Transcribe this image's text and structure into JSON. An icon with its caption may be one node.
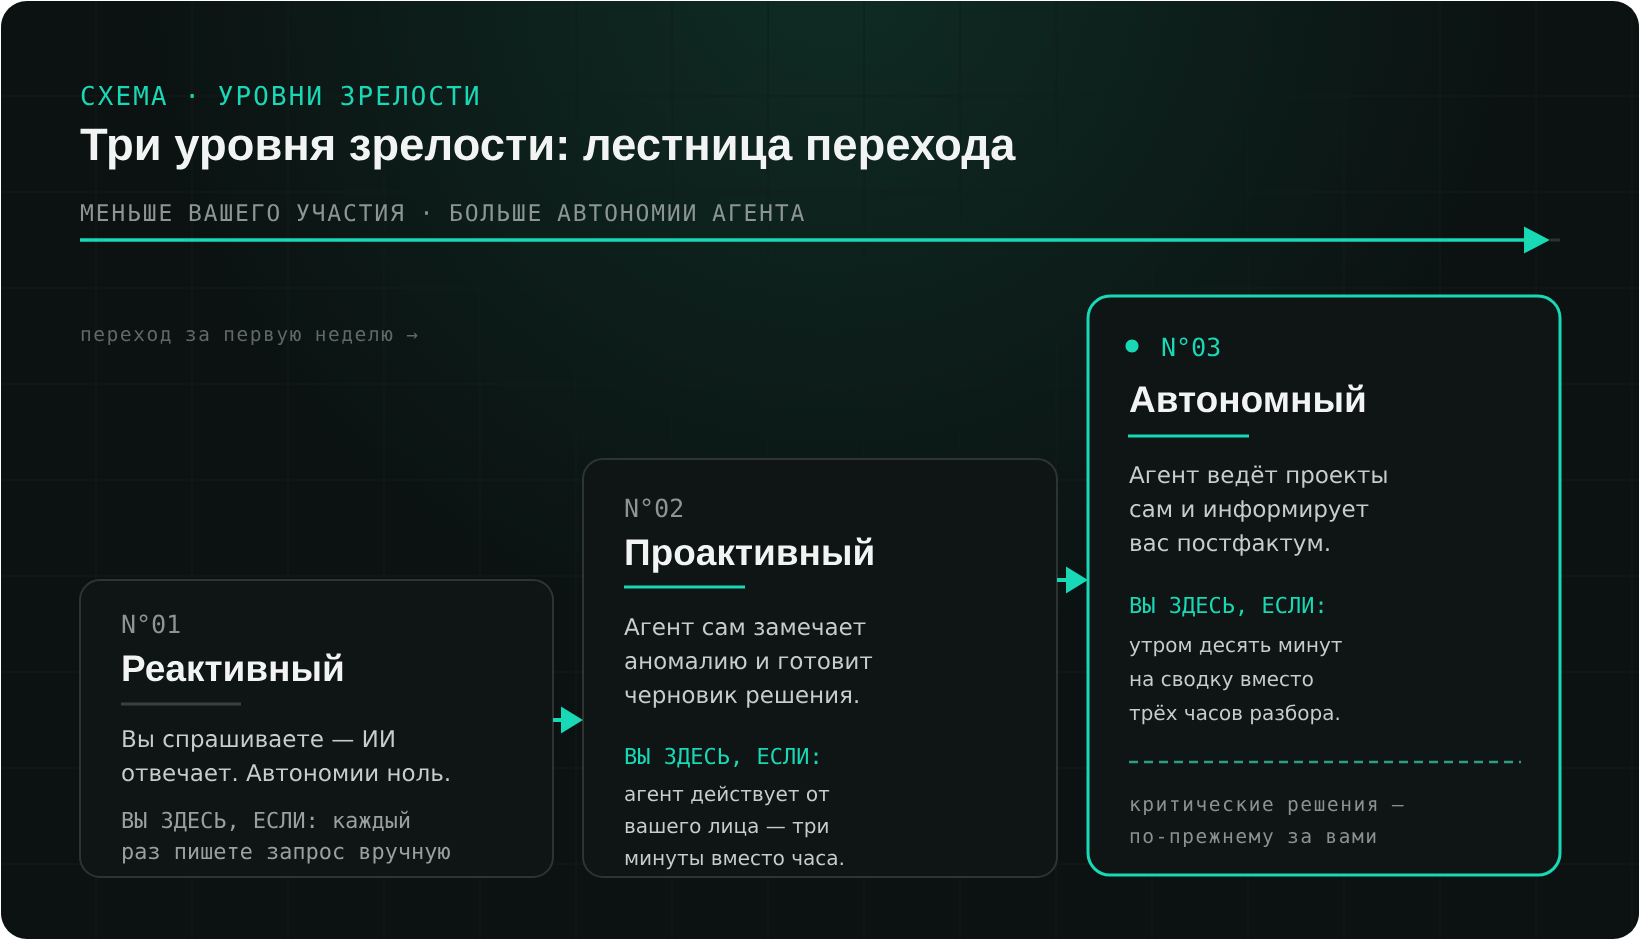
{
  "diagram": {
    "title": "Три уровня зрелости: лестница перехода",
    "nodes": [
      {
        "text": [
          "N°01",
          "Реактивный",
          "Вы спрашиваете — ИИ отвечает. Автономии ноль.",
          "ВЫ ЗДЕСЬ, ЕСЛИ: каждый раз пишете запрос вручную"
        ]
      },
      {
        "text": [
          "N°02",
          "Проактивный",
          "Агент сам замечает аномалию и готовит черновик решения.",
          "ВЫ ЗДЕСЬ, ЕСЛИ:",
          "агент действует от вашего лица — три минуты вместо часа."
        ]
      },
      {
        "text": [
          "N°03",
          "Автономный",
          "Агент ведёт проекты сам и информирует вас постфактум.",
          "ВЫ ЗДЕСЬ, ЕСЛИ:",
          "утром десять минут на сводку вместо трёх часов разбора.",
          "критические решения — по-прежнему за вами"
        ]
      }
    ],
    "edges": [
      {
        "from": 0,
        "to": 1,
        "arrow": "to"
      },
      {
        "from": 1,
        "to": 2,
        "arrow": "to"
      }
    ],
    "labels": [
      "СХЕМА · УРОВНИ ЗРЕЛОСТИ",
      "МЕНЬШЕ ВАШЕГО УЧАСТИЯ · БОЛЬШЕ АВТОНОМИИ АГЕНТА",
      "переход за первую неделю →"
    ]
  }
}
